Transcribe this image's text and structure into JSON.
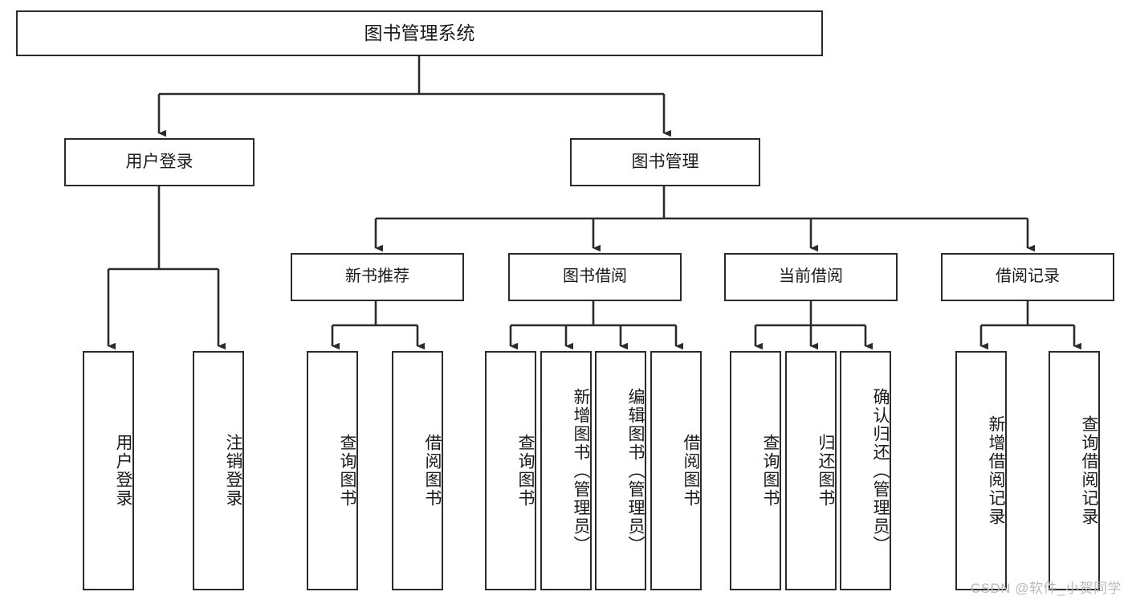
{
  "diagram": {
    "title": "图书管理系统",
    "watermark": "CSDN @软件_小贺同学",
    "accent_color": "#2b2b2b",
    "background_color": "#ffffff",
    "watermark_color": "#b9b9b9",
    "levels": {
      "root": "图书管理系统",
      "level2": [
        "用户登录",
        "图书管理"
      ],
      "level3": [
        "新书推荐",
        "图书借阅",
        "当前借阅",
        "借阅记录"
      ]
    },
    "nodes": {
      "root": {
        "label": "图书管理系统"
      },
      "user_login": {
        "label": "用户登录"
      },
      "book_manage": {
        "label": "图书管理"
      },
      "new_book_rec": {
        "label": "新书推荐"
      },
      "book_borrow": {
        "label": "图书借阅"
      },
      "current_borrow": {
        "label": "当前借阅"
      },
      "borrow_record": {
        "label": "借阅记录"
      },
      "leaf_user_login": {
        "label": "用户登录"
      },
      "leaf_logout": {
        "label": "注销登录"
      },
      "leaf_query_book_1": {
        "label": "查询图书"
      },
      "leaf_borrow_book_1": {
        "label": "借阅图书"
      },
      "leaf_query_book_2": {
        "label": "查询图书"
      },
      "leaf_add_book": {
        "label": "新增图书（管理员）"
      },
      "leaf_edit_book": {
        "label": "编辑图书（管理员）"
      },
      "leaf_borrow_book_2": {
        "label": "借阅图书"
      },
      "leaf_query_book_3": {
        "label": "查询图书"
      },
      "leaf_return_book": {
        "label": "归还图书"
      },
      "leaf_confirm_return": {
        "label": "确认归还（管理员）"
      },
      "leaf_add_record": {
        "label": "新增借阅记录"
      },
      "leaf_query_record": {
        "label": "查询借阅记录"
      }
    },
    "tree": {
      "name": "图书管理系统",
      "children": [
        {
          "name": "用户登录",
          "children": [
            {
              "name": "用户登录"
            },
            {
              "name": "注销登录"
            }
          ]
        },
        {
          "name": "图书管理",
          "children": [
            {
              "name": "新书推荐",
              "children": [
                {
                  "name": "查询图书"
                },
                {
                  "name": "借阅图书"
                }
              ]
            },
            {
              "name": "图书借阅",
              "children": [
                {
                  "name": "查询图书"
                },
                {
                  "name": "新增图书（管理员）"
                },
                {
                  "name": "编辑图书（管理员）"
                },
                {
                  "name": "借阅图书"
                }
              ]
            },
            {
              "name": "当前借阅",
              "children": [
                {
                  "name": "查询图书"
                },
                {
                  "name": "归还图书"
                },
                {
                  "name": "确认归还（管理员）"
                }
              ]
            },
            {
              "name": "借阅记录",
              "children": [
                {
                  "name": "新增借阅记录"
                },
                {
                  "name": "查询借阅记录"
                }
              ]
            }
          ]
        }
      ]
    }
  }
}
